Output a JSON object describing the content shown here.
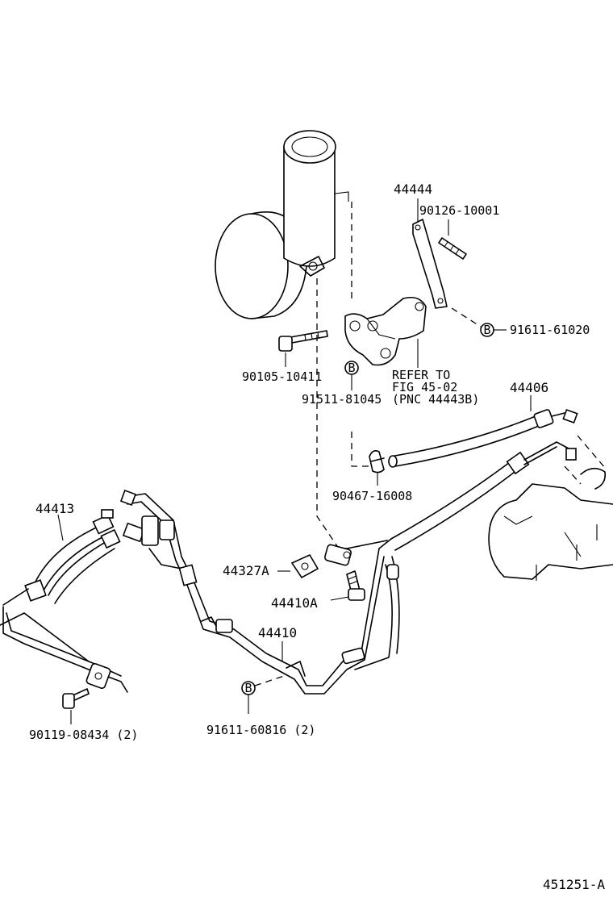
{
  "callouts": {
    "p44444": "44444",
    "p90126": "90126-10001",
    "p91611_61020": "91611-61020",
    "p90105": "90105-10411",
    "refer_line1": "REFER TO",
    "refer_line2": "FIG 45-02",
    "refer_line3": "(PNC 44443B)",
    "p91511": "91511-81045",
    "p44406": "44406",
    "p90467": "90467-16008",
    "p44413": "44413",
    "p44327A": "44327A",
    "p44410A": "44410A",
    "p44410": "44410",
    "p90119": "90119-08434 (2)",
    "p91611_60816": "91611-60816 (2)",
    "marker_b": "B"
  },
  "figure_id": "451251-A"
}
